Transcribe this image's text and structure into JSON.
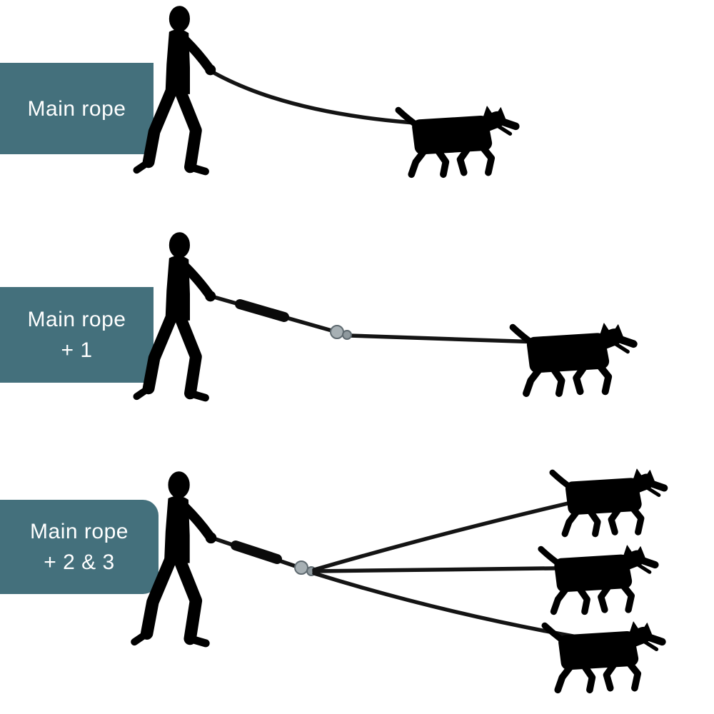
{
  "colors": {
    "background": "#ffffff",
    "label_bg": "#44707c",
    "label_text": "#ffffff",
    "silhouette": "#000000",
    "leash": "#141414",
    "hardware_metal": "#a7b0b4"
  },
  "rows": [
    {
      "id": "main-rope",
      "label_line1": "Main rope",
      "label_line2": "",
      "dog_count": 1
    },
    {
      "id": "main-rope-plus-1",
      "label_line1": "Main rope",
      "label_line2": "+ 1",
      "dog_count": 1
    },
    {
      "id": "main-rope-plus-2-3",
      "label_line1": "Main rope",
      "label_line2": "+ 2 & 3",
      "dog_count": 3
    }
  ]
}
